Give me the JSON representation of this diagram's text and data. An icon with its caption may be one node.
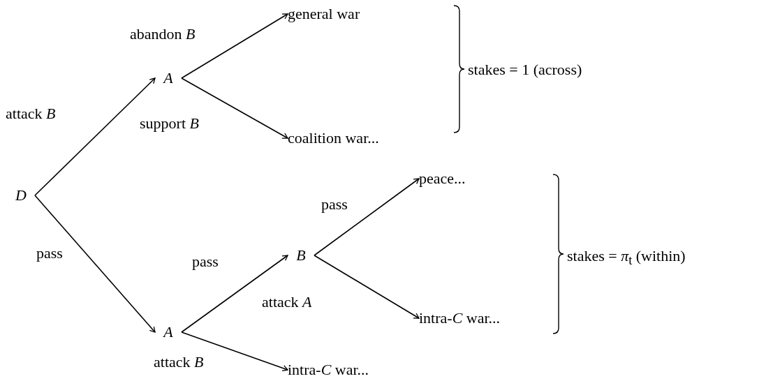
{
  "diagram": {
    "nodes": [
      {
        "text": [
          "D"
        ]
      },
      {
        "text": [
          "A"
        ]
      },
      {
        "text": [
          "general war"
        ]
      },
      {
        "text": [
          "coalition war..."
        ]
      },
      {
        "text": [
          "A"
        ]
      },
      {
        "text": [
          "B"
        ]
      },
      {
        "text": [
          "peace..."
        ]
      },
      {
        "text": [
          "intra-*C* war..."
        ]
      },
      {
        "text": [
          "intra-*C* war..."
        ]
      }
    ],
    "edges": [
      {
        "from": 0,
        "to": 1,
        "arrow": "to",
        "label": "attack *B*"
      },
      {
        "from": 0,
        "to": 4,
        "arrow": "to",
        "label": "pass"
      },
      {
        "from": 1,
        "to": 2,
        "arrow": "to",
        "label": "abandon *B*"
      },
      {
        "from": 1,
        "to": 3,
        "arrow": "to",
        "label": "support *B*"
      },
      {
        "from": 4,
        "to": 5,
        "arrow": "to",
        "label": "pass"
      },
      {
        "from": 4,
        "to": 8,
        "arrow": "to",
        "label": "attack *B*"
      },
      {
        "from": 5,
        "to": 6,
        "arrow": "to",
        "label": "pass"
      },
      {
        "from": 5,
        "to": 7,
        "arrow": "to",
        "label": "attack *A*"
      }
    ],
    "labels": [
      "stakes = 1 (across)",
      "stakes = *π*$_{t}$ (within)"
    ]
  }
}
